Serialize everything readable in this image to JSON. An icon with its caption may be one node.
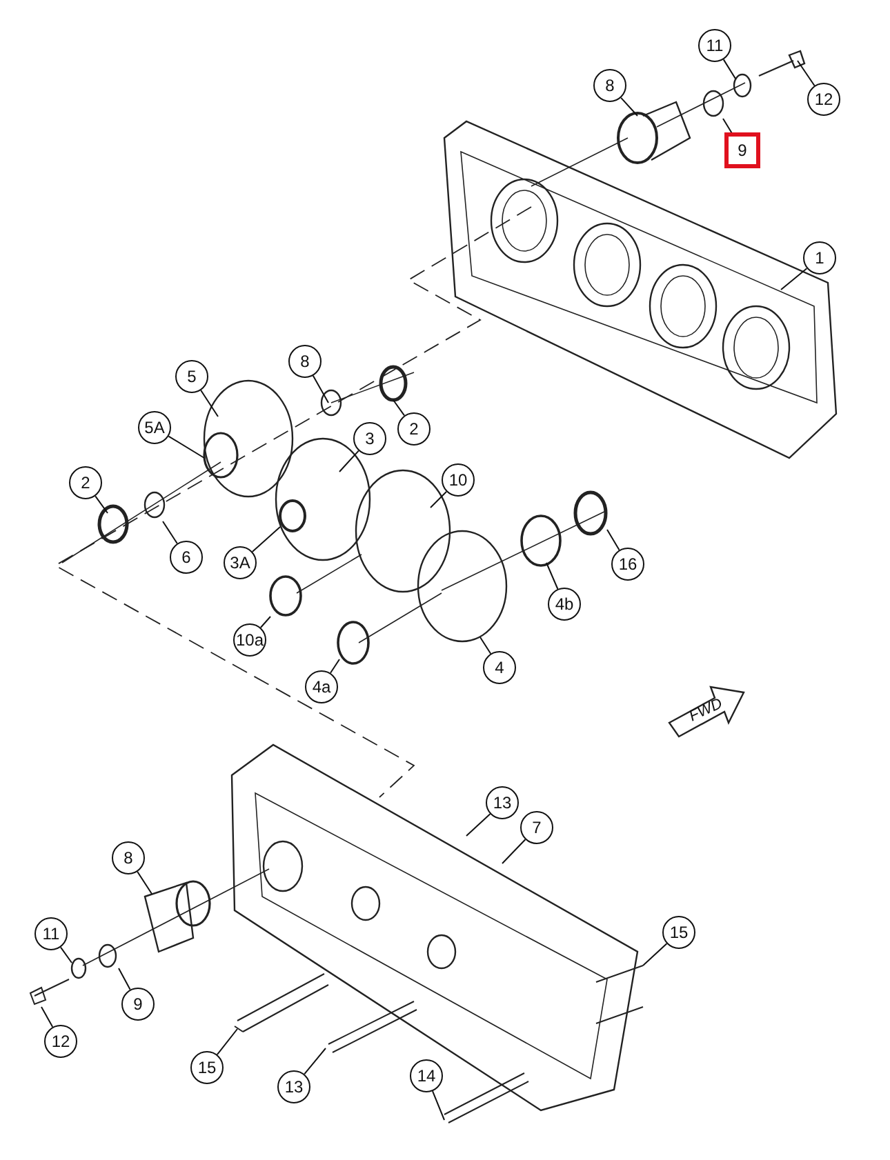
{
  "diagram": {
    "nodes": [
      {
        "text": [
          "11"
        ]
      },
      {
        "text": [
          "8"
        ]
      },
      {
        "text": [
          "12"
        ]
      },
      {
        "text": [
          "9"
        ]
      },
      {
        "text": [
          "1"
        ]
      },
      {
        "text": [
          "8"
        ]
      },
      {
        "text": [
          "5"
        ]
      },
      {
        "text": [
          "5A"
        ]
      },
      {
        "text": [
          "2"
        ]
      },
      {
        "text": [
          "3"
        ]
      },
      {
        "text": [
          "2"
        ]
      },
      {
        "text": [
          "10"
        ]
      },
      {
        "text": [
          "6"
        ]
      },
      {
        "text": [
          "3A"
        ]
      },
      {
        "text": [
          "16"
        ]
      },
      {
        "text": [
          "4b"
        ]
      },
      {
        "text": [
          "10a"
        ]
      },
      {
        "text": [
          "4"
        ]
      },
      {
        "text": [
          "4a"
        ]
      },
      {
        "text": [
          "FWD"
        ]
      },
      {
        "text": [
          "13"
        ]
      },
      {
        "text": [
          "7"
        ]
      },
      {
        "text": [
          "8"
        ]
      },
      {
        "text": [
          "11"
        ]
      },
      {
        "text": [
          "15"
        ]
      },
      {
        "text": [
          "9"
        ]
      },
      {
        "text": [
          "12"
        ]
      },
      {
        "text": [
          "15"
        ]
      },
      {
        "text": [
          "13"
        ]
      },
      {
        "text": [
          "14"
        ]
      }
    ],
    "edges": [
      {
        "from": 0,
        "to": null,
        "arrow": "none"
      },
      {
        "from": 1,
        "to": null,
        "arrow": "none"
      },
      {
        "from": 2,
        "to": null,
        "arrow": "none"
      },
      {
        "from": 3,
        "to": null,
        "arrow": "none"
      },
      {
        "from": 4,
        "to": null,
        "arrow": "none"
      },
      {
        "from": 5,
        "to": null,
        "arrow": "none"
      },
      {
        "from": 6,
        "to": null,
        "arrow": "none"
      },
      {
        "from": 7,
        "to": null,
        "arrow": "none"
      },
      {
        "from": 8,
        "to": null,
        "arrow": "none"
      },
      {
        "from": 9,
        "to": null,
        "arrow": "none"
      },
      {
        "from": 10,
        "to": null,
        "arrow": "none"
      },
      {
        "from": 11,
        "to": null,
        "arrow": "none"
      },
      {
        "from": 12,
        "to": null,
        "arrow": "none"
      },
      {
        "from": 13,
        "to": null,
        "arrow": "none"
      },
      {
        "from": 14,
        "to": null,
        "arrow": "none"
      },
      {
        "from": 15,
        "to": null,
        "arrow": "none"
      },
      {
        "from": 16,
        "to": null,
        "arrow": "none"
      },
      {
        "from": 17,
        "to": null,
        "arrow": "none"
      },
      {
        "from": 18,
        "to": null,
        "arrow": "none"
      },
      {
        "from": 20,
        "to": null,
        "arrow": "none"
      },
      {
        "from": 21,
        "to": null,
        "arrow": "none"
      },
      {
        "from": 22,
        "to": null,
        "arrow": "none"
      },
      {
        "from": 23,
        "to": null,
        "arrow": "none"
      },
      {
        "from": 24,
        "to": null,
        "arrow": "none"
      },
      {
        "from": 25,
        "to": null,
        "arrow": "none"
      },
      {
        "from": 26,
        "to": null,
        "arrow": "none"
      },
      {
        "from": 27,
        "to": null,
        "arrow": "none"
      },
      {
        "from": 28,
        "to": null,
        "arrow": "none"
      },
      {
        "from": 29,
        "to": null,
        "arrow": "none"
      }
    ]
  }
}
